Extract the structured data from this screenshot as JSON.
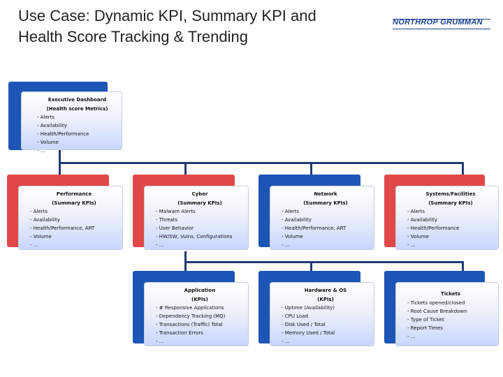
{
  "title": {
    "line1": "Use Case: Dynamic KPI, Summary KPI and",
    "line2": "Health Score Tracking & Trending"
  },
  "logo": {
    "text": "NORTHROP GRUMMAN"
  },
  "colors": {
    "blue_tab": "#1c55b6",
    "red_tab": "#e04848",
    "connector": "#1f3b6e"
  },
  "cards": {
    "executive": {
      "title1": "Executive Dashboard",
      "title2": "(Health score Metrics)",
      "items": [
        "- Alerts",
        "- Availability",
        "- Health/Performance",
        "- Volume",
        "- …"
      ]
    },
    "performance": {
      "title1": "Performance",
      "title2": "(Summary KPIs)",
      "items": [
        "- Alerts",
        "- Availability",
        "- Health/Performance, ART",
        "- Volume",
        "- …"
      ]
    },
    "cyber": {
      "title1": "Cyber",
      "title2": "(Summary KPIs)",
      "items": [
        "- Malware Alerts",
        "- Threats",
        "- User Behavior",
        "- HW/SW, Vulns, Configurations",
        "- …"
      ]
    },
    "network": {
      "title1": "Network",
      "title2": "(Summary KPIs)",
      "items": [
        "- Alerts",
        "- Availability",
        "- Health/Performance, ART",
        "- Volume",
        "- …"
      ]
    },
    "systems": {
      "title1": "Systems/Facilities",
      "title2": "(Summary KPIs)",
      "items": [
        "- Alerts",
        "- Availability",
        "- Health/Performance",
        "- Volume",
        "- …"
      ]
    },
    "application": {
      "title1": "Application",
      "title2": "(KPIs)",
      "items": [
        "- # Responsive Applications",
        "- Dependency Tracking (MQ)",
        "- Transactions (Traffic) Total",
        "- Transaction Errors",
        "- …"
      ]
    },
    "hardware": {
      "title1": "Hardware & OS",
      "title2": "(KPIs)",
      "items": [
        "- Uptime (Availability)",
        "- CPU Load",
        "- Disk Used / Total",
        "- Memory Used / Total",
        "- …"
      ]
    },
    "tickets": {
      "title1": "Tickets",
      "items": [
        "- Tickets opened/closed",
        "- Root Cause Breakdown",
        "- Type of Ticket",
        "- Report Times",
        "- …"
      ]
    }
  }
}
